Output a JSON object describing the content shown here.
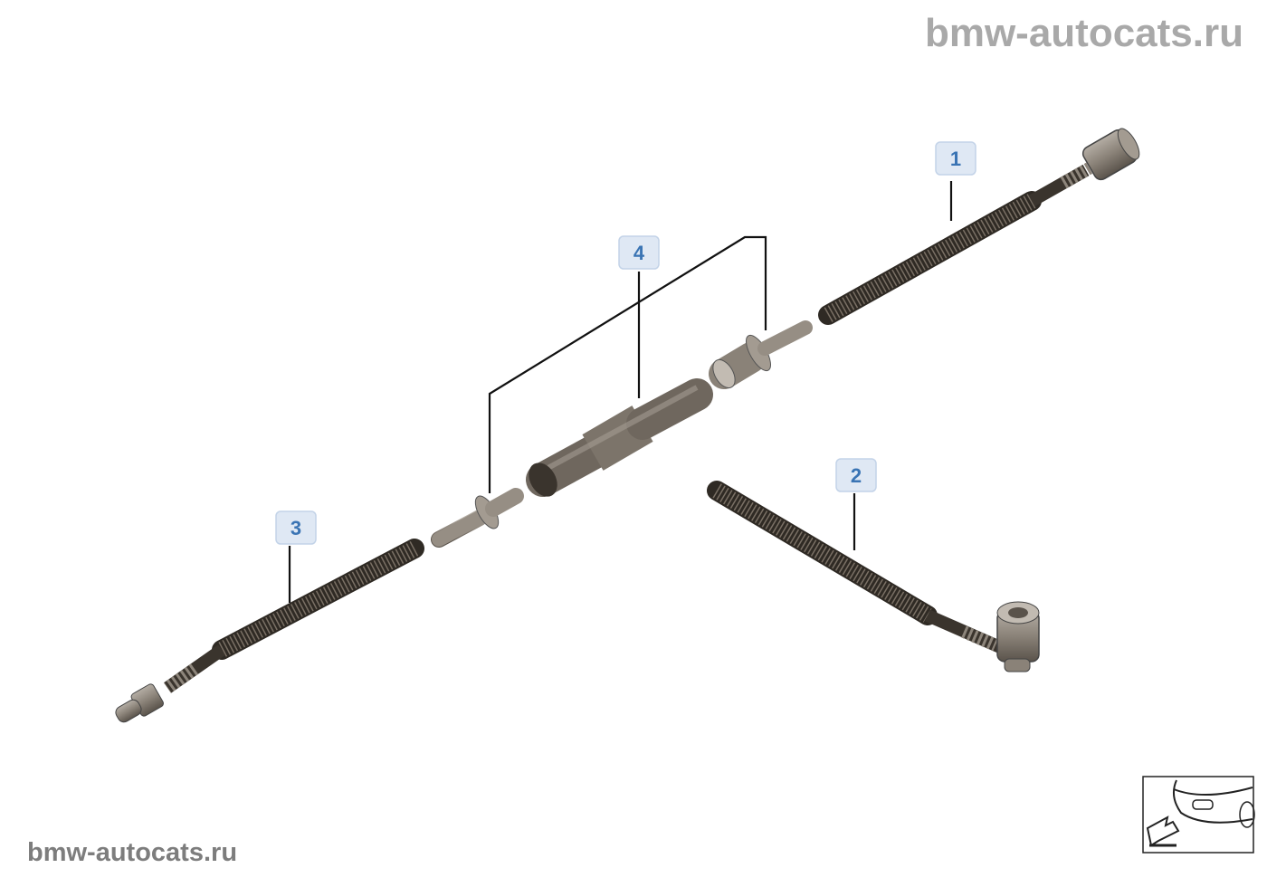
{
  "watermark_top": "bmw-autocats.ru",
  "watermark_bottom": "bmw-autocats.ru",
  "callouts": [
    {
      "number": "1"
    },
    {
      "number": "2"
    },
    {
      "number": "3"
    },
    {
      "number": "4"
    }
  ],
  "orientation_icon": "car-front-direction-arrow-icon",
  "colors": {
    "callout_bg": "#dfe8f4",
    "callout_text": "#3a74b4",
    "hose": "#3e3830",
    "fitting": "#8a8278"
  }
}
